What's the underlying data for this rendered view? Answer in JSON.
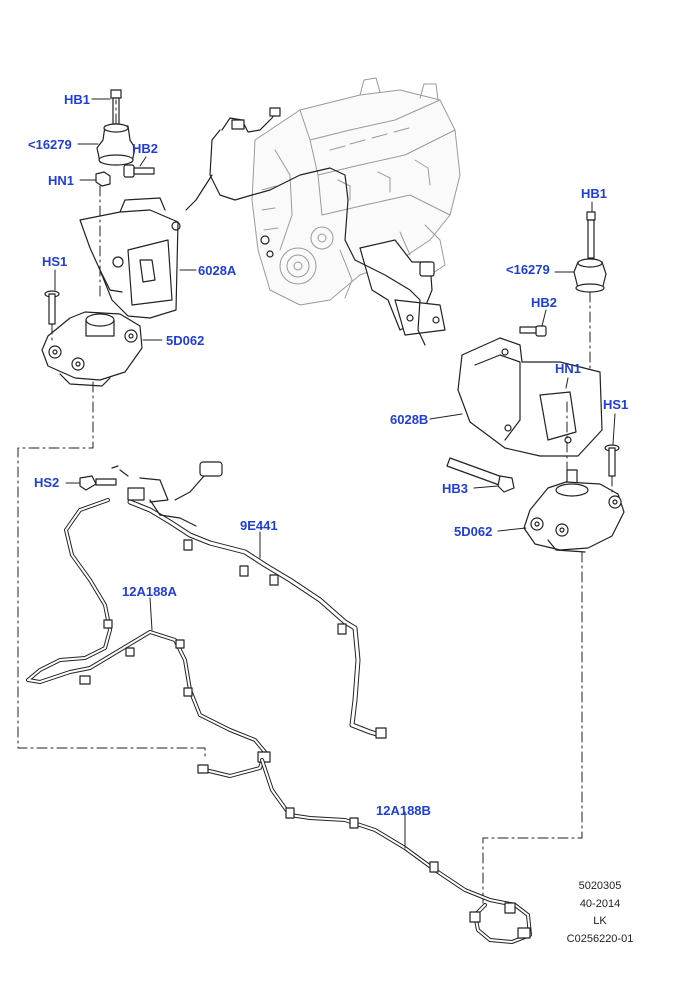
{
  "callouts": {
    "hb1_left": "HB1",
    "p16279_left": "<16279",
    "hb2_left": "HB2",
    "hn1_left": "HN1",
    "hs1_left": "HS1",
    "p6028a": "6028A",
    "p5d062_left": "5D062",
    "hb1_right": "HB1",
    "p16279_right": "<16279",
    "hb2_right": "HB2",
    "hn1_right": "HN1",
    "hs1_right": "HS1",
    "p6028b": "6028B",
    "hb3": "HB3",
    "p5d062_right": "5D062",
    "hs2": "HS2",
    "p9e441": "9E441",
    "p12a188a": "12A188A",
    "p12a188b": "12A188B"
  },
  "reference": {
    "line1": "5020305",
    "line2": "40-2014",
    "line3": "LK",
    "line4": "C0256220-01"
  },
  "colors": {
    "callout": "#1f3fd6",
    "line": "#222222",
    "engine": "#9a9a9a"
  }
}
